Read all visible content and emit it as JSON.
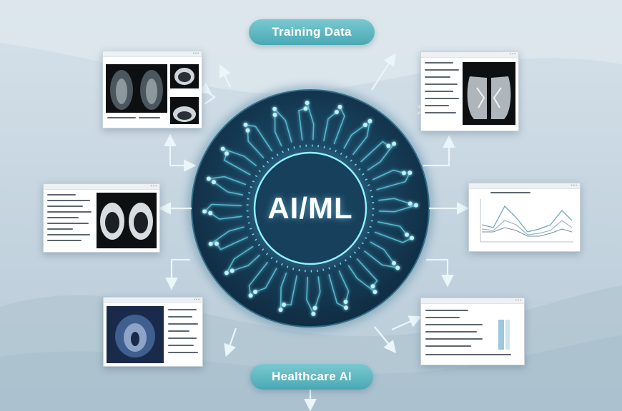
{
  "diagram": {
    "top_label": "Training Data",
    "center_label": "AI/ML",
    "bottom_label": "Healthcare AI"
  },
  "panels": [
    {
      "id": "top-left",
      "content": "ct-scans-coronal"
    },
    {
      "id": "mid-left",
      "content": "ct-scans-axial"
    },
    {
      "id": "bottom-left",
      "content": "mri-coronal"
    },
    {
      "id": "top-right",
      "content": "lung-scan"
    },
    {
      "id": "mid-right",
      "content": "line-chart"
    },
    {
      "id": "bottom-right",
      "content": "data-report"
    }
  ],
  "colors": {
    "accent": "#4aa8b3",
    "circle": "#153c55",
    "glow": "#7fe6ff",
    "arrow": "#eaf6fa"
  }
}
